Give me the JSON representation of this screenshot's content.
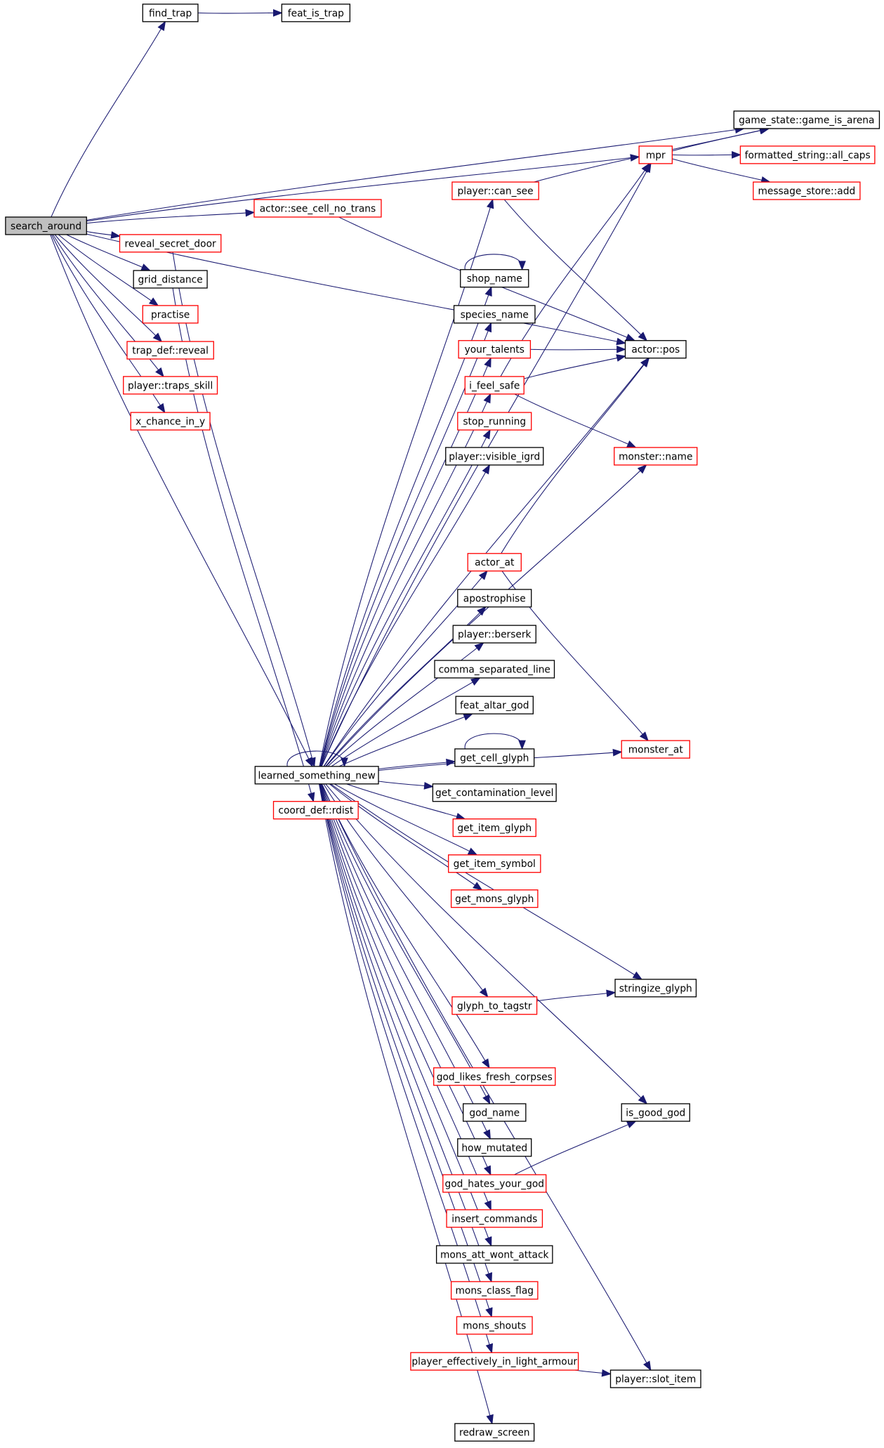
{
  "graph": {
    "edge_color": "#191970",
    "colors": {
      "root": "#bfbfbf",
      "box_fill": "#ffffff",
      "border_default": "#000000",
      "border_truncated": "#ff0000"
    },
    "nodes": [
      {
        "id": "search_around",
        "label": "search_around",
        "style": "root"
      },
      {
        "id": "find_trap",
        "label": "find_trap",
        "style": "default"
      },
      {
        "id": "feat_is_trap",
        "label": "feat_is_trap",
        "style": "default"
      },
      {
        "id": "game_is_arena",
        "label": "game_state::game_is_arena",
        "style": "default"
      },
      {
        "id": "mpr",
        "label": "mpr",
        "style": "truncated"
      },
      {
        "id": "all_caps",
        "label": "formatted_string::all_caps",
        "style": "truncated"
      },
      {
        "id": "msg_add",
        "label": "message_store::add",
        "style": "truncated"
      },
      {
        "id": "can_see",
        "label": "player::can_see",
        "style": "truncated"
      },
      {
        "id": "see_cell",
        "label": "actor::see_cell_no_trans",
        "style": "truncated"
      },
      {
        "id": "reveal_secret_door",
        "label": "reveal_secret_door",
        "style": "truncated"
      },
      {
        "id": "grid_distance",
        "label": "grid_distance",
        "style": "default"
      },
      {
        "id": "practise",
        "label": "practise",
        "style": "truncated"
      },
      {
        "id": "trap_reveal",
        "label": "trap_def::reveal",
        "style": "truncated"
      },
      {
        "id": "traps_skill",
        "label": "player::traps_skill",
        "style": "truncated"
      },
      {
        "id": "x_chance",
        "label": "x_chance_in_y",
        "style": "truncated"
      },
      {
        "id": "shop_name",
        "label": "shop_name",
        "style": "default"
      },
      {
        "id": "species_name",
        "label": "species_name",
        "style": "default"
      },
      {
        "id": "your_talents",
        "label": "your_talents",
        "style": "truncated"
      },
      {
        "id": "actor_pos",
        "label": "actor::pos",
        "style": "default"
      },
      {
        "id": "i_feel_safe",
        "label": "i_feel_safe",
        "style": "truncated"
      },
      {
        "id": "stop_running",
        "label": "stop_running",
        "style": "truncated"
      },
      {
        "id": "visible_igrd",
        "label": "player::visible_igrd",
        "style": "default"
      },
      {
        "id": "monster_name",
        "label": "monster::name",
        "style": "truncated"
      },
      {
        "id": "actor_at",
        "label": "actor_at",
        "style": "truncated"
      },
      {
        "id": "apostrophise",
        "label": "apostrophise",
        "style": "default"
      },
      {
        "id": "berserk",
        "label": "player::berserk",
        "style": "default"
      },
      {
        "id": "comma_sep",
        "label": "comma_separated_line",
        "style": "default"
      },
      {
        "id": "feat_altar_god",
        "label": "feat_altar_god",
        "style": "default"
      },
      {
        "id": "monster_at",
        "label": "monster_at",
        "style": "truncated"
      },
      {
        "id": "learned",
        "label": "learned_something_new",
        "style": "default"
      },
      {
        "id": "get_cell_glyph",
        "label": "get_cell_glyph",
        "style": "default"
      },
      {
        "id": "rdist",
        "label": "coord_def::rdist",
        "style": "truncated"
      },
      {
        "id": "get_contamination",
        "label": "get_contamination_level",
        "style": "default"
      },
      {
        "id": "get_item_glyph",
        "label": "get_item_glyph",
        "style": "truncated"
      },
      {
        "id": "get_item_symbol",
        "label": "get_item_symbol",
        "style": "truncated"
      },
      {
        "id": "get_mons_glyph",
        "label": "get_mons_glyph",
        "style": "truncated"
      },
      {
        "id": "stringize_glyph",
        "label": "stringize_glyph",
        "style": "default"
      },
      {
        "id": "glyph_to_tagstr",
        "label": "glyph_to_tagstr",
        "style": "truncated"
      },
      {
        "id": "god_likes",
        "label": "god_likes_fresh_corpses",
        "style": "truncated"
      },
      {
        "id": "god_name",
        "label": "god_name",
        "style": "default"
      },
      {
        "id": "is_good_god",
        "label": "is_good_god",
        "style": "default"
      },
      {
        "id": "how_mutated",
        "label": "how_mutated",
        "style": "default"
      },
      {
        "id": "god_hates",
        "label": "god_hates_your_god",
        "style": "truncated"
      },
      {
        "id": "insert_commands",
        "label": "insert_commands",
        "style": "truncated"
      },
      {
        "id": "mons_att",
        "label": "mons_att_wont_attack",
        "style": "default"
      },
      {
        "id": "mons_class_flag",
        "label": "mons_class_flag",
        "style": "truncated"
      },
      {
        "id": "mons_shouts",
        "label": "mons_shouts",
        "style": "truncated"
      },
      {
        "id": "light_armour",
        "label": "player_effectively_in_light_armour",
        "style": "truncated"
      },
      {
        "id": "slot_item",
        "label": "player::slot_item",
        "style": "default"
      },
      {
        "id": "redraw_screen",
        "label": "redraw_screen",
        "style": "default"
      }
    ],
    "edges": [
      [
        "search_around",
        "find_trap"
      ],
      [
        "search_around",
        "game_is_arena"
      ],
      [
        "search_around",
        "mpr"
      ],
      [
        "search_around",
        "actor_pos"
      ],
      [
        "search_around",
        "see_cell"
      ],
      [
        "search_around",
        "learned"
      ],
      [
        "search_around",
        "reveal_secret_door"
      ],
      [
        "search_around",
        "grid_distance"
      ],
      [
        "search_around",
        "practise"
      ],
      [
        "search_around",
        "trap_reveal"
      ],
      [
        "search_around",
        "traps_skill"
      ],
      [
        "search_around",
        "x_chance"
      ],
      [
        "find_trap",
        "feat_is_trap"
      ],
      [
        "mpr",
        "game_is_arena"
      ],
      [
        "mpr",
        "all_caps"
      ],
      [
        "mpr",
        "msg_add"
      ],
      [
        "can_see",
        "game_is_arena"
      ],
      [
        "can_see",
        "actor_pos"
      ],
      [
        "see_cell",
        "actor_pos"
      ],
      [
        "reveal_secret_door",
        "learned"
      ],
      [
        "grid_distance",
        "rdist"
      ],
      [
        "shop_name",
        "shop_name"
      ],
      [
        "your_talents",
        "actor_pos"
      ],
      [
        "i_feel_safe",
        "mpr"
      ],
      [
        "i_feel_safe",
        "actor_pos"
      ],
      [
        "i_feel_safe",
        "monster_name"
      ],
      [
        "actor_at",
        "actor_pos"
      ],
      [
        "actor_at",
        "monster_at"
      ],
      [
        "get_cell_glyph",
        "get_cell_glyph"
      ],
      [
        "glyph_to_tagstr",
        "stringize_glyph"
      ],
      [
        "god_hates",
        "is_good_god"
      ],
      [
        "light_armour",
        "slot_item"
      ],
      [
        "learned",
        "learned"
      ],
      [
        "learned",
        "mpr"
      ],
      [
        "learned",
        "can_see"
      ],
      [
        "learned",
        "shop_name"
      ],
      [
        "learned",
        "species_name"
      ],
      [
        "learned",
        "your_talents"
      ],
      [
        "learned",
        "i_feel_safe"
      ],
      [
        "learned",
        "stop_running"
      ],
      [
        "learned",
        "visible_igrd"
      ],
      [
        "learned",
        "actor_pos"
      ],
      [
        "learned",
        "monster_name"
      ],
      [
        "learned",
        "actor_at"
      ],
      [
        "learned",
        "apostrophise"
      ],
      [
        "learned",
        "berserk"
      ],
      [
        "learned",
        "comma_sep"
      ],
      [
        "learned",
        "feat_altar_god"
      ],
      [
        "learned",
        "get_cell_glyph"
      ],
      [
        "learned",
        "get_contamination"
      ],
      [
        "learned",
        "get_item_glyph"
      ],
      [
        "learned",
        "get_item_symbol"
      ],
      [
        "learned",
        "get_mons_glyph"
      ],
      [
        "learned",
        "monster_at"
      ],
      [
        "learned",
        "stringize_glyph"
      ],
      [
        "learned",
        "glyph_to_tagstr"
      ],
      [
        "learned",
        "god_likes"
      ],
      [
        "learned",
        "is_good_god"
      ],
      [
        "learned",
        "god_name"
      ],
      [
        "learned",
        "how_mutated"
      ],
      [
        "learned",
        "god_hates"
      ],
      [
        "learned",
        "insert_commands"
      ],
      [
        "learned",
        "mons_att"
      ],
      [
        "learned",
        "mons_class_flag"
      ],
      [
        "learned",
        "mons_shouts"
      ],
      [
        "learned",
        "light_armour"
      ],
      [
        "learned",
        "slot_item"
      ],
      [
        "learned",
        "redraw_screen"
      ]
    ]
  }
}
